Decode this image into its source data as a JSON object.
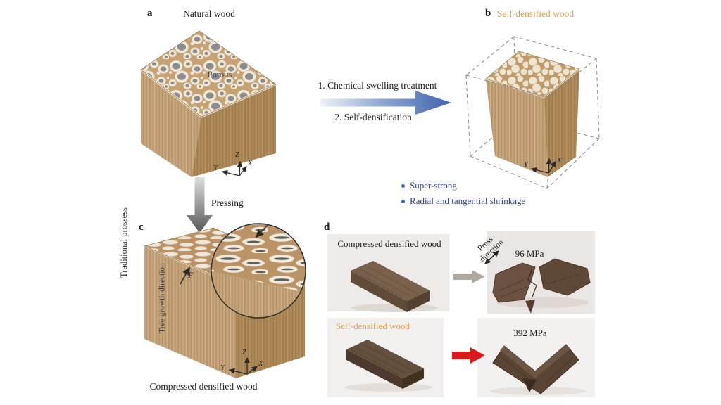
{
  "figure_kind": "wood-densification-schematic",
  "panel_a": {
    "label": "a",
    "title": "Natural wood",
    "porous_label": "Porous",
    "axis_x": "X",
    "axis_y": "Y",
    "axis_z": "Z"
  },
  "process_arrow": {
    "step1": "1. Chemical swelling treatment",
    "step2": "2. Self-densification"
  },
  "panel_b": {
    "label": "b",
    "title": "Self-densified wood",
    "bullet1": "Super-strong",
    "bullet2": "Radial and tangential shrinkage",
    "axis_x": "X",
    "axis_y": "Y"
  },
  "traditional": {
    "rotated_label": "Traditional prossess",
    "pressing_label": "Pressing"
  },
  "panel_c": {
    "label": "c",
    "growth_label": "Tree growth direction",
    "force_label": "F",
    "caption": "Compressed densified wood",
    "axis_x": "X",
    "axis_y": "Y",
    "axis_z": "Z"
  },
  "panel_d": {
    "label": "d",
    "row1_sample": "Compressed densified wood",
    "press_word1": "Press",
    "press_word2": "direction",
    "row1_strength": "96 MPa",
    "row2_sample": "Self-densified wood",
    "row2_strength": "392 MPa"
  },
  "colors": {
    "accent_orange": "#dfa050",
    "accent_navy": "#2c3b87",
    "process_arrow_blue": "#3d63ae",
    "failure_arrow_red": "#d91a1a",
    "wood_tan": "#c3a279",
    "cell_cream": "#efe9db",
    "pore_gray": "#8b8b8b"
  }
}
